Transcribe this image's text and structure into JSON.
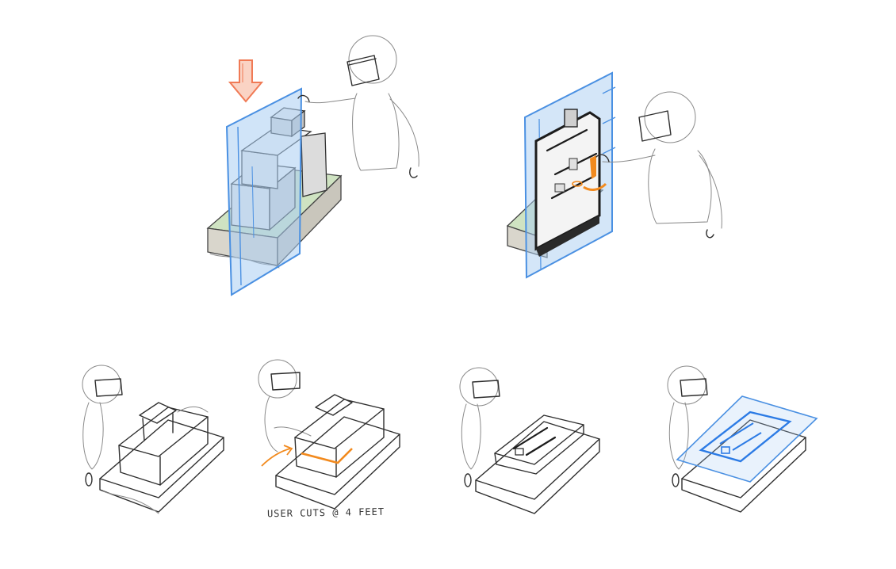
{
  "caption": "USER CUTS @ 4 FEET",
  "colors": {
    "ink": "#2e2e2e",
    "plane_blue": "#4a90e2",
    "plane_fill": "#a9cdf2",
    "arrow_orange": "#f07a55",
    "highlight_orange": "#f28a1e",
    "base_green": "#cfe3c2",
    "base_grey": "#d9d6cc",
    "block_grey": "#e6e6e6"
  },
  "icons": {
    "vr_user": "vr-headset-figure",
    "down_arrow": "down-arrow-icon",
    "cut_plane": "section-plane"
  }
}
